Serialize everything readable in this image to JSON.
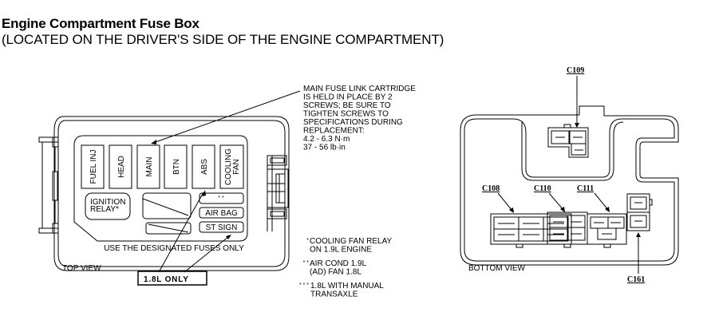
{
  "title": "Engine Compartment Fuse Box",
  "subtitle": "(LOCATED ON THE DRIVER'S SIDE OF THE ENGINE COMPARTMENT)",
  "top_view": {
    "label": "TOP VIEW",
    "fuses": [
      "FUEL INJ",
      "HEAD",
      "MAIN",
      "BTN",
      "ABS",
      "COOLING|FAN"
    ],
    "ignition_relay": [
      "IGNITION",
      "RELAY*"
    ],
    "small_fuse_asterisk": "* *",
    "air_bag": "AIR BAG",
    "st_sign": "ST SIGN",
    "bottom_notice": "USE THE DESIGNATED FUSES ONLY",
    "callout_box": "1.8L ONLY",
    "main_fuse_note": [
      "MAIN FUSE LINK CARTRIDGE",
      "IS HELD IN PLACE BY 2",
      "SCREWS; BE SURE TO",
      "TIGHTEN SCREWS TO",
      "SPECIFICATIONS DURING",
      "REPLACEMENT:",
      "4.2 - 6.3 N·m",
      "37 - 56 lb·in"
    ]
  },
  "footnotes": [
    {
      "mark": "*",
      "lines": [
        "COOLING FAN RELAY",
        "ON 1.9L ENGINE"
      ]
    },
    {
      "mark": "* *",
      "lines": [
        "AIR COND 1.9L",
        "(AD) FAN 1.8L"
      ]
    },
    {
      "mark": "* * *",
      "lines": [
        "1.8L WITH MANUAL",
        "TRANSAXLE"
      ]
    }
  ],
  "bottom_view": {
    "label": "BOTTOM VIEW",
    "connectors": [
      "C109",
      "C108",
      "C110",
      "C111",
      "C161"
    ]
  }
}
